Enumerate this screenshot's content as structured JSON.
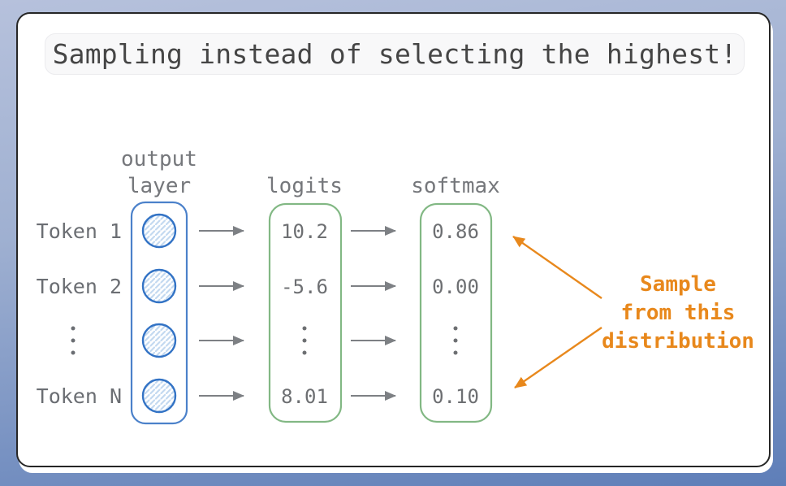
{
  "title": "Sampling instead of selecting the highest!",
  "diagram": {
    "output_layer": {
      "label_line1": "output",
      "label_line2": "layer"
    },
    "tokens": [
      "Token 1",
      "Token 2",
      "⋮",
      "Token N"
    ],
    "logits": {
      "label": "logits",
      "values": [
        "10.2",
        "-5.6",
        "⋮",
        "8.01"
      ]
    },
    "softmax": {
      "label": "softmax",
      "values": [
        "0.86",
        "0.00",
        "⋮",
        "0.10"
      ]
    },
    "annotation": {
      "line1": "Sample",
      "line2": "from this",
      "line3": "distribution"
    }
  },
  "colors": {
    "background_top": "#b6c1dc",
    "background_bottom": "#5e7eb8",
    "card_border": "#262626",
    "title_text": "#454545",
    "label_gray": "#75777b",
    "value_gray": "#6d6f72",
    "arrow_gray": "#7d8084",
    "output_box_blue": "#4b81ca",
    "neuron_stroke_blue": "#3373c5",
    "neuron_hatch_blue": "#c3d9f0",
    "logit_softmax_box_green": "#82b884",
    "annotation_orange": "#e8881c"
  }
}
